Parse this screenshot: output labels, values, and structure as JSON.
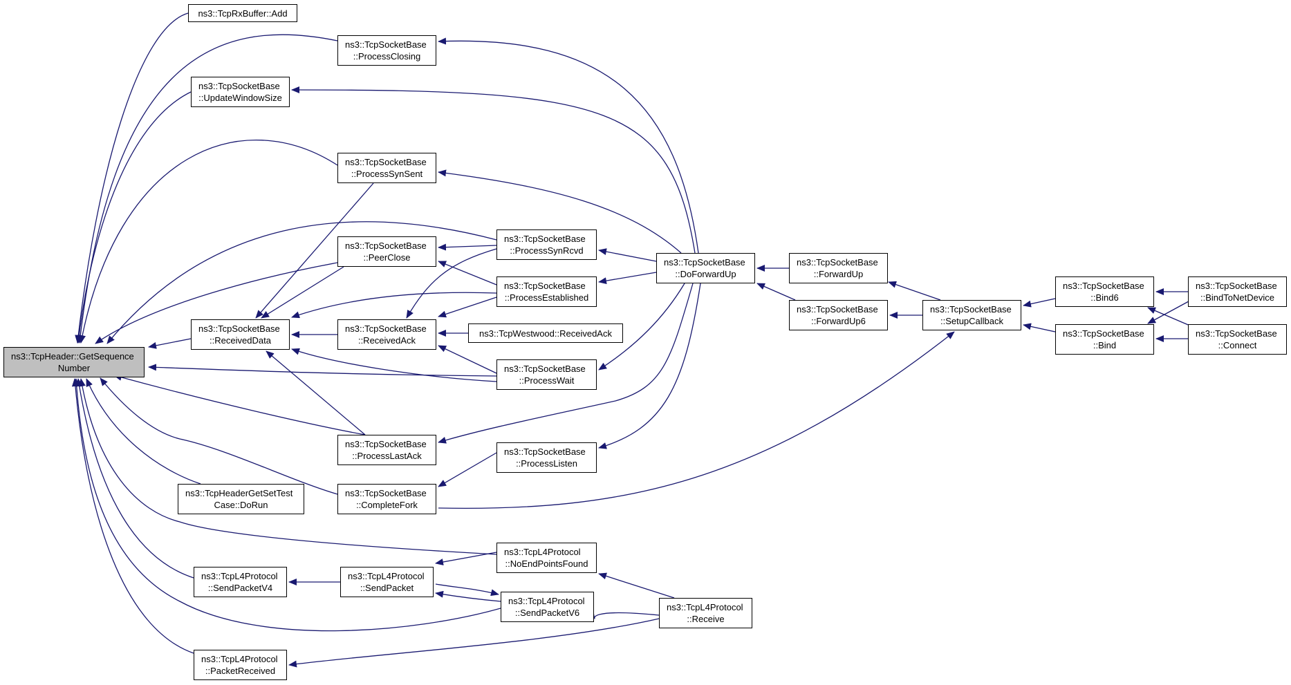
{
  "colors": {
    "edge": "#191970",
    "focus_fill": "#bfbfbf",
    "node_fill": "#ffffff",
    "node_border": "#000000"
  },
  "nodes": {
    "get_sequence_number": {
      "line1": "ns3::TcpHeader::GetSequence",
      "line2": "Number"
    },
    "rxbuffer_add": {
      "line1": "ns3::TcpRxBuffer::Add"
    },
    "process_closing": {
      "line1": "ns3::TcpSocketBase",
      "line2": "::ProcessClosing"
    },
    "update_window_size": {
      "line1": "ns3::TcpSocketBase",
      "line2": "::UpdateWindowSize"
    },
    "process_syn_sent": {
      "line1": "ns3::TcpSocketBase",
      "line2": "::ProcessSynSent"
    },
    "peer_close": {
      "line1": "ns3::TcpSocketBase",
      "line2": "::PeerClose"
    },
    "process_syn_rcvd": {
      "line1": "ns3::TcpSocketBase",
      "line2": "::ProcessSynRcvd"
    },
    "process_established": {
      "line1": "ns3::TcpSocketBase",
      "line2": "::ProcessEstablished"
    },
    "received_data": {
      "line1": "ns3::TcpSocketBase",
      "line2": "::ReceivedData"
    },
    "received_ack": {
      "line1": "ns3::TcpSocketBase",
      "line2": "::ReceivedAck"
    },
    "westwood_received_ack": {
      "line1": "ns3::TcpWestwood::ReceivedAck"
    },
    "process_wait": {
      "line1": "ns3::TcpSocketBase",
      "line2": "::ProcessWait"
    },
    "process_last_ack": {
      "line1": "ns3::TcpSocketBase",
      "line2": "::ProcessLastAck"
    },
    "header_test_do_run": {
      "line1": "ns3::TcpHeaderGetSetTest",
      "line2": "Case::DoRun"
    },
    "complete_fork": {
      "line1": "ns3::TcpSocketBase",
      "line2": "::CompleteFork"
    },
    "process_listen": {
      "line1": "ns3::TcpSocketBase",
      "line2": "::ProcessListen"
    },
    "do_forward_up": {
      "line1": "ns3::TcpSocketBase",
      "line2": "::DoForwardUp"
    },
    "forward_up": {
      "line1": "ns3::TcpSocketBase",
      "line2": "::ForwardUp"
    },
    "forward_up6": {
      "line1": "ns3::TcpSocketBase",
      "line2": "::ForwardUp6"
    },
    "setup_callback": {
      "line1": "ns3::TcpSocketBase",
      "line2": "::SetupCallback"
    },
    "bind6": {
      "line1": "ns3::TcpSocketBase",
      "line2": "::Bind6"
    },
    "bind": {
      "line1": "ns3::TcpSocketBase",
      "line2": "::Bind"
    },
    "bind_to_net_device": {
      "line1": "ns3::TcpSocketBase",
      "line2": "::BindToNetDevice"
    },
    "connect": {
      "line1": "ns3::TcpSocketBase",
      "line2": "::Connect"
    },
    "no_end_points_found": {
      "line1": "ns3::TcpL4Protocol",
      "line2": "::NoEndPointsFound"
    },
    "send_packet_v4": {
      "line1": "ns3::TcpL4Protocol",
      "line2": "::SendPacketV4"
    },
    "send_packet": {
      "line1": "ns3::TcpL4Protocol",
      "line2": "::SendPacket"
    },
    "send_packet_v6": {
      "line1": "ns3::TcpL4Protocol",
      "line2": "::SendPacketV6"
    },
    "receive": {
      "line1": "ns3::TcpL4Protocol",
      "line2": "::Receive"
    },
    "packet_received": {
      "line1": "ns3::TcpL4Protocol",
      "line2": "::PacketReceived"
    }
  }
}
